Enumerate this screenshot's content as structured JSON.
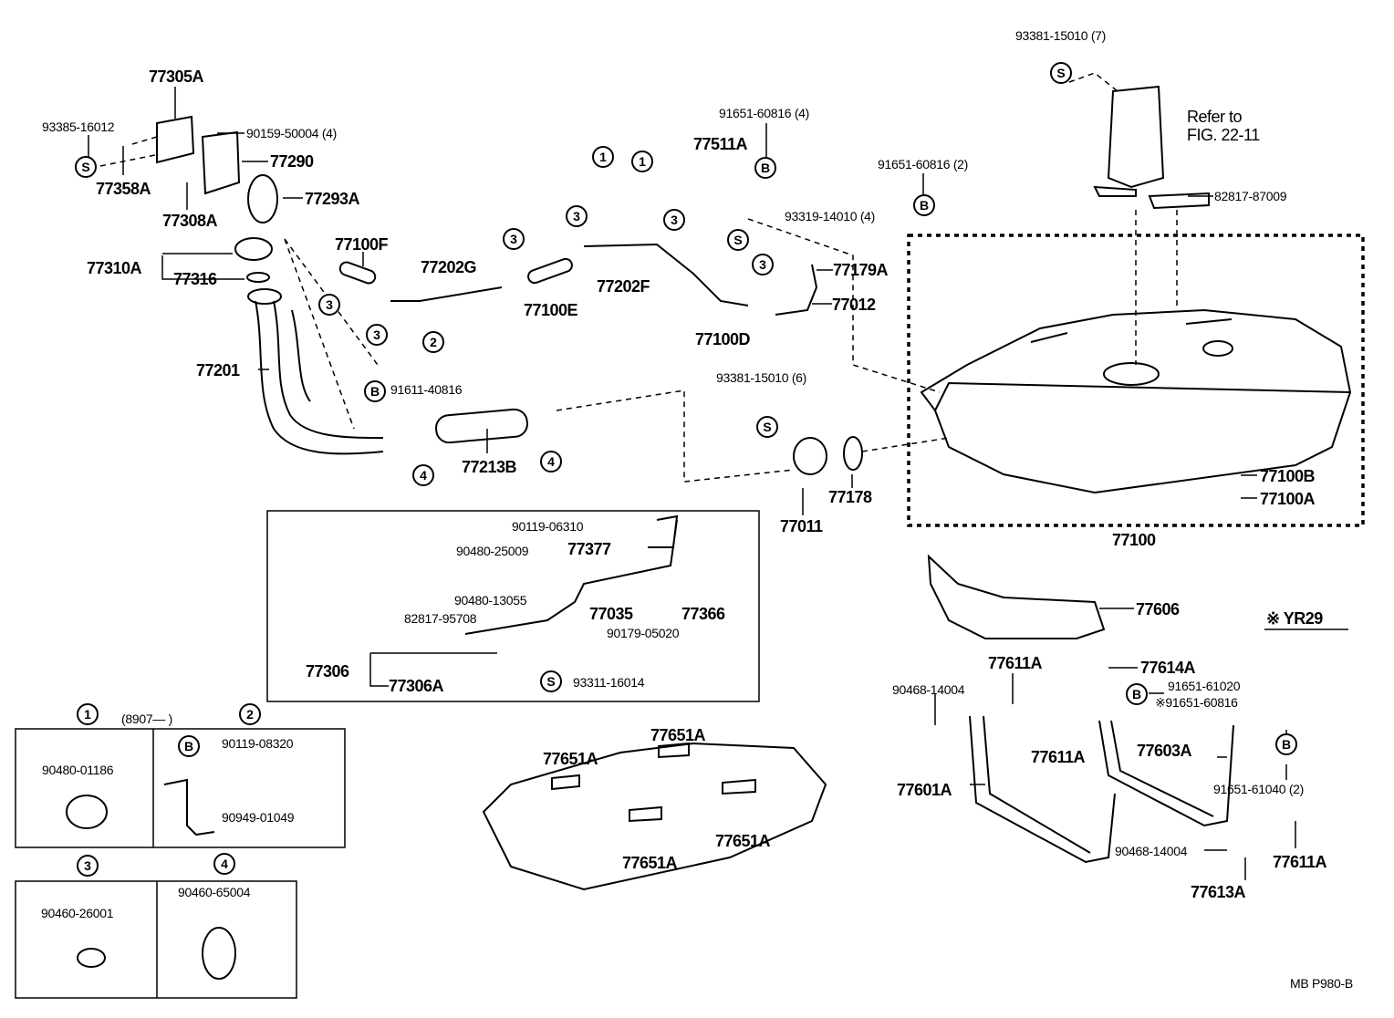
{
  "diagram": {
    "part_labels": [
      "77305A",
      "77358A",
      "77290",
      "77293A",
      "77308A",
      "77310A",
      "77316",
      "77100F",
      "77202G",
      "77100E",
      "77202F",
      "77100D",
      "77511A",
      "77179A",
      "77012",
      "77201",
      "77213B",
      "77011",
      "77178",
      "77100B",
      "77100A",
      "77100",
      "77606",
      "※ YR29",
      "77377",
      "77035",
      "77366",
      "77306",
      "77306A",
      "77651A",
      "77651A",
      "77651A",
      "77651A",
      "77611A",
      "77614A",
      "77611A",
      "77603A",
      "77601A",
      "77611A",
      "77613A",
      "Refer to",
      "FIG. 22-11"
    ],
    "part_numbers": [
      "93385-16012",
      "90159-50004 (4)",
      "91651-60816 (4)",
      "93381-15010 (7)",
      "91651-60816 (2)",
      "82817-87009",
      "93319-14010 (4)",
      "91611-40816",
      "93381-15010 (6)",
      "90119-06310",
      "90480-25009",
      "90480-13055",
      "82817-95708",
      "90179-05020",
      "93311-16014",
      "90468-14004",
      "91651-61020",
      "※91651-60816",
      "91651-61040 (2)",
      "90468-14004",
      "90480-01186",
      "90119-08320",
      "90949-01049",
      "90460-26001",
      "90460-65004",
      "(8907—      )"
    ],
    "markers": {
      "S": "S",
      "B": "B",
      "one": "1",
      "two": "2",
      "three": "3",
      "four": "4"
    },
    "footer_code": "MB  P980-B"
  }
}
